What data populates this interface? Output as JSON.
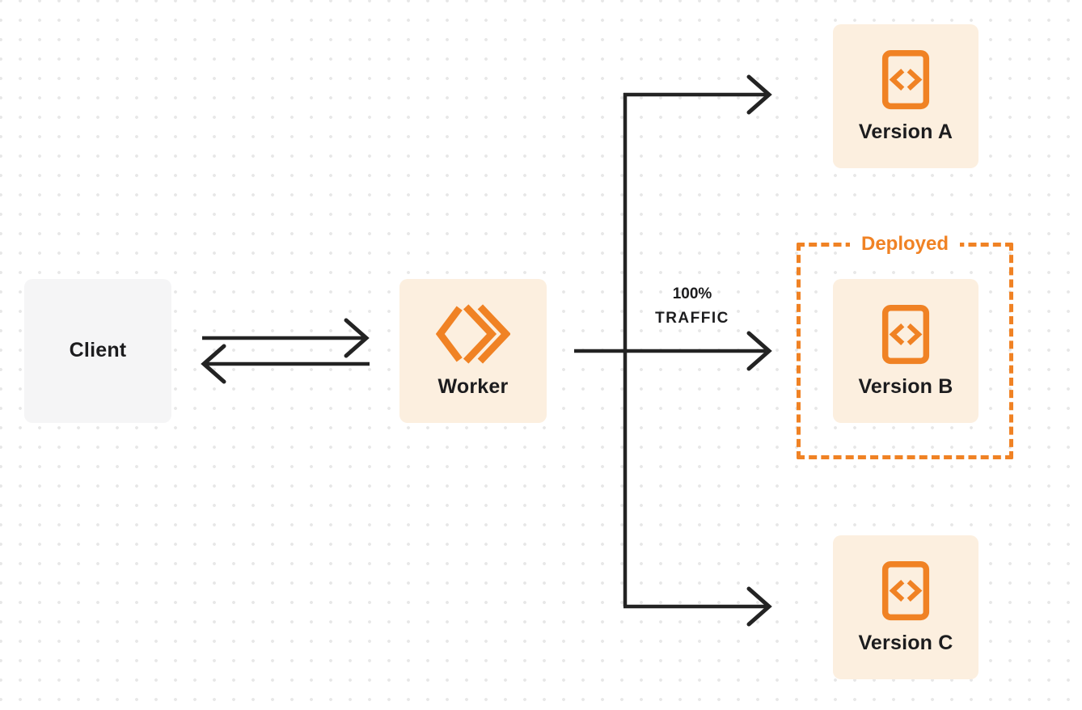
{
  "diagram": {
    "client": {
      "label": "Client"
    },
    "worker": {
      "label": "Worker"
    },
    "versions": [
      {
        "id": "version-a",
        "label": "Version A"
      },
      {
        "id": "version-b",
        "label": "Version B"
      },
      {
        "id": "version-c",
        "label": "Version C"
      }
    ],
    "deployed": {
      "label": "Deployed"
    },
    "traffic": {
      "percent": "100%",
      "word": "TRAFFIC"
    }
  },
  "icons": {
    "worker_icon": "cloudflare-workers-logo-icon",
    "version_icon": "code-file-icon"
  },
  "colors": {
    "accent_orange": "#F08224",
    "node_bg_cream": "#FCEFDF",
    "client_bg_gray": "#F5F5F6",
    "arrow_dark": "#232323",
    "text_dark": "#1C1C1E",
    "dot_grid": "#E7E7E7"
  }
}
